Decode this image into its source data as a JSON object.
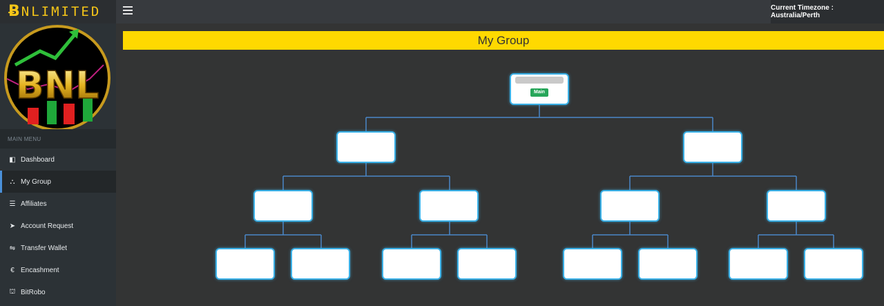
{
  "brand": {
    "coin": "Ƀ",
    "text": "NLIMITED"
  },
  "header": {
    "timezone": "Current Timezone : Australia/Perth"
  },
  "logo": {
    "text": "BNL"
  },
  "sidebar": {
    "section_title": "MAIN MENU",
    "items": [
      {
        "label": "Dashboard",
        "icon": "dashboard-icon",
        "glyph": "◧",
        "active": false
      },
      {
        "label": "My Group",
        "icon": "sitemap-icon",
        "glyph": "⛬",
        "active": true
      },
      {
        "label": "Affiliates",
        "icon": "list-icon",
        "glyph": "☰",
        "active": false
      },
      {
        "label": "Account Request",
        "icon": "paper-plane-icon",
        "glyph": "➤",
        "active": false
      },
      {
        "label": "Transfer Wallet",
        "icon": "transfer-icon",
        "glyph": "⇋",
        "active": false
      },
      {
        "label": "Encashment",
        "icon": "euro-icon",
        "glyph": "€",
        "active": false
      },
      {
        "label": "BitRobo",
        "icon": "bank-icon",
        "glyph": "⛫",
        "active": false
      }
    ]
  },
  "page": {
    "title": "My Group"
  },
  "tree": {
    "root_badge": "Main"
  },
  "colors": {
    "accent_yellow": "#ffd900",
    "node_border": "#3ab1e8",
    "badge_green": "#27a65a",
    "line_blue": "#4a86c8"
  }
}
